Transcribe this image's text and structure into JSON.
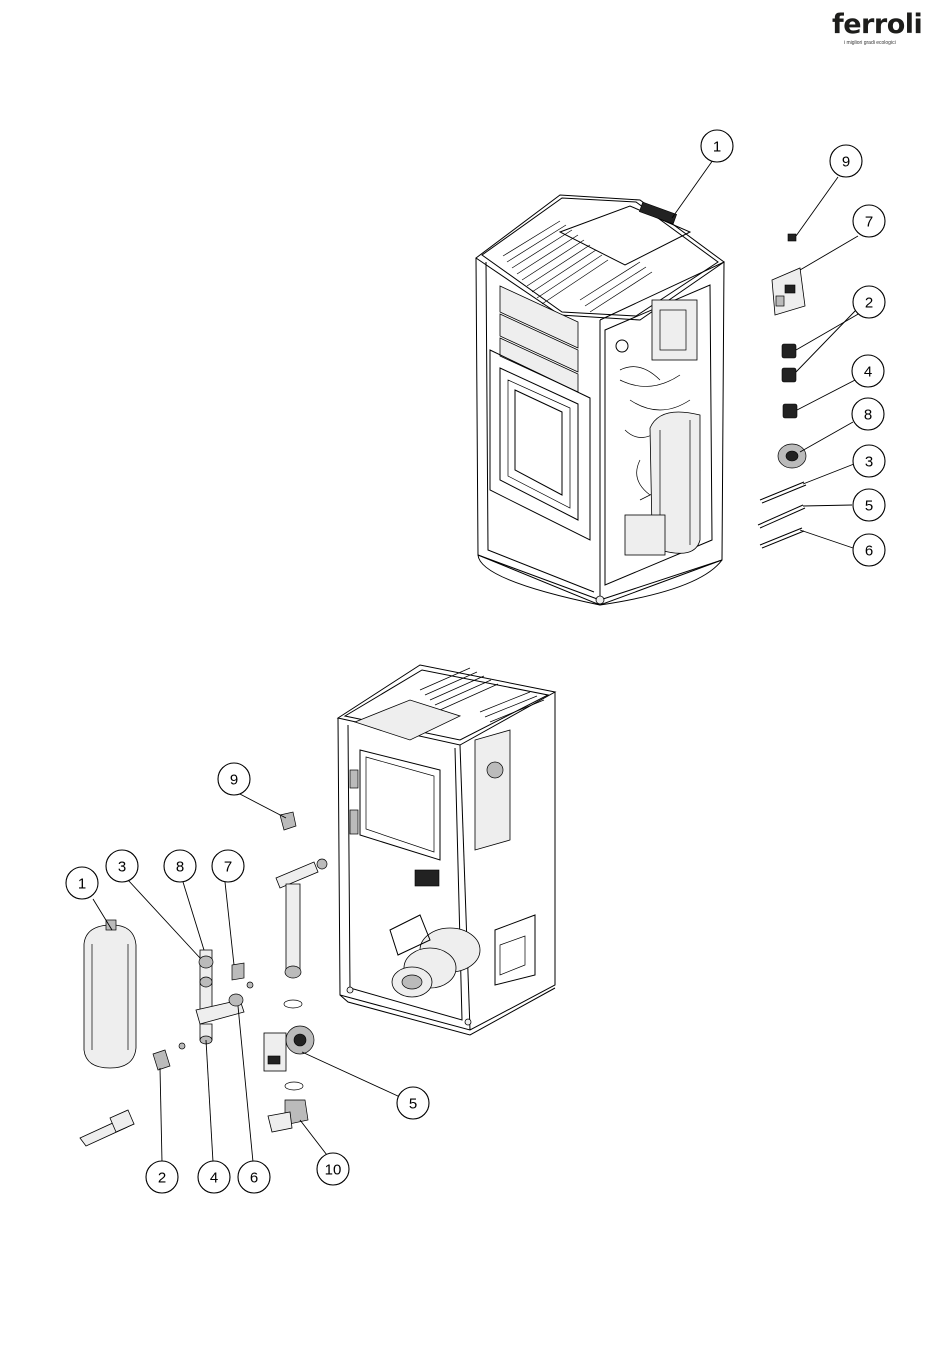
{
  "brand": {
    "logo": "ferroli",
    "tagline": "i migliori gradi ecologici"
  },
  "diagram_top": {
    "callouts": [
      "1",
      "9",
      "7",
      "2",
      "4",
      "8",
      "3",
      "5",
      "6"
    ]
  },
  "diagram_bottom": {
    "callouts": [
      "9",
      "3",
      "8",
      "7",
      "1",
      "5",
      "10",
      "2",
      "4",
      "6"
    ]
  }
}
